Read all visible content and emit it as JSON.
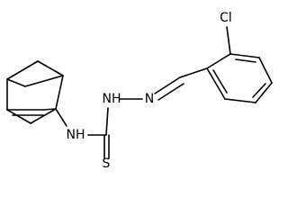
{
  "labels": {
    "chlorine": "Cl",
    "hydrazine_nh_upper": "NH",
    "hydrazine_n": "N",
    "amine_nh": "NH",
    "sulfur": "S"
  },
  "colors": {
    "bond": "#000000",
    "text": "#000000",
    "background": "#ffffff"
  }
}
